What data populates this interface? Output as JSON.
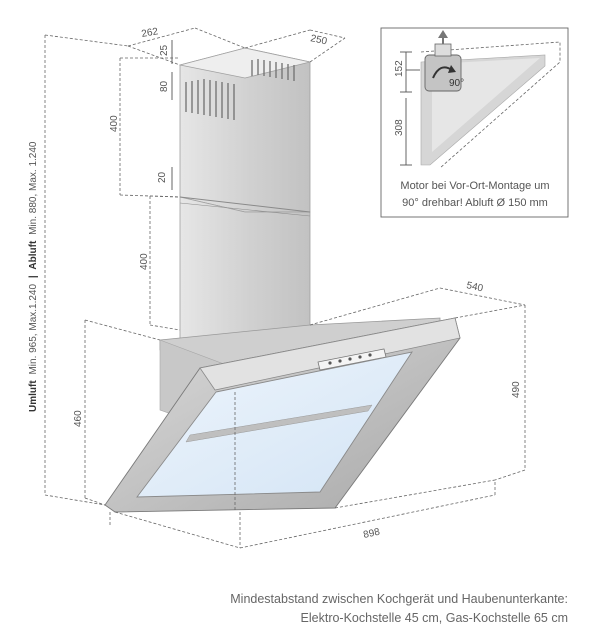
{
  "dimensions": {
    "chimney_depth": "262",
    "chimney_width": "250",
    "top_offset": "25",
    "vent_height": "80",
    "upper_chimney": "400",
    "gap": "20",
    "lower_chimney": "400",
    "hood_depth": "540",
    "hood_height": "490",
    "front_height": "460",
    "hood_width": "898"
  },
  "side_label": {
    "umluft_title": "Umluft",
    "umluft_range": "Min. 965, Max.1.240",
    "separator": "|",
    "abluft_title": "Abluft",
    "abluft_range": "Min. 880, Max. 1.240"
  },
  "inset": {
    "dim_top": "152",
    "dim_bottom": "308",
    "angle": "90°",
    "caption_line1": "Motor bei Vor-Ort-Montage um",
    "caption_line2": "90° drehbar! Abluft Ø 150 mm"
  },
  "footnote": {
    "line1": "Mindestabstand zwischen Kochgerät und Haubenunterkante:",
    "line2": "Elektro-Kochstelle 45 cm, Gas-Kochstelle 65 cm"
  },
  "colors": {
    "steel_light": "#d8d8d8",
    "steel_mid": "#bdbdbd",
    "steel_dark": "#9a9a9a",
    "glass": "#dbe9f7",
    "line": "#555555"
  }
}
